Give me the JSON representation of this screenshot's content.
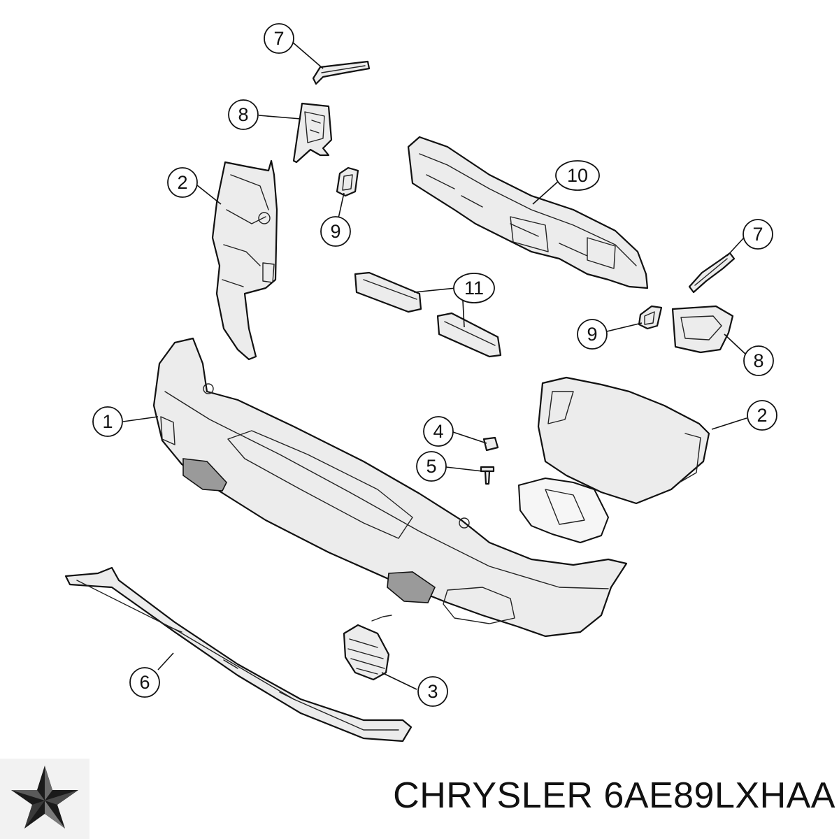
{
  "footer": {
    "brand": "CHRYSLER",
    "part_number": "6AE89LXHAA",
    "logo_icon": "chrysler-pentastar-icon"
  },
  "callouts": [
    {
      "id": "c1",
      "label": "1"
    },
    {
      "id": "c2a",
      "label": "2"
    },
    {
      "id": "c2b",
      "label": "2"
    },
    {
      "id": "c3",
      "label": "3"
    },
    {
      "id": "c4",
      "label": "4"
    },
    {
      "id": "c5",
      "label": "5"
    },
    {
      "id": "c6",
      "label": "6"
    },
    {
      "id": "c7a",
      "label": "7"
    },
    {
      "id": "c7b",
      "label": "7"
    },
    {
      "id": "c8a",
      "label": "8"
    },
    {
      "id": "c8b",
      "label": "8"
    },
    {
      "id": "c9a",
      "label": "9"
    },
    {
      "id": "c9b",
      "label": "9"
    },
    {
      "id": "c10",
      "label": "10"
    },
    {
      "id": "c11",
      "label": "11"
    }
  ]
}
